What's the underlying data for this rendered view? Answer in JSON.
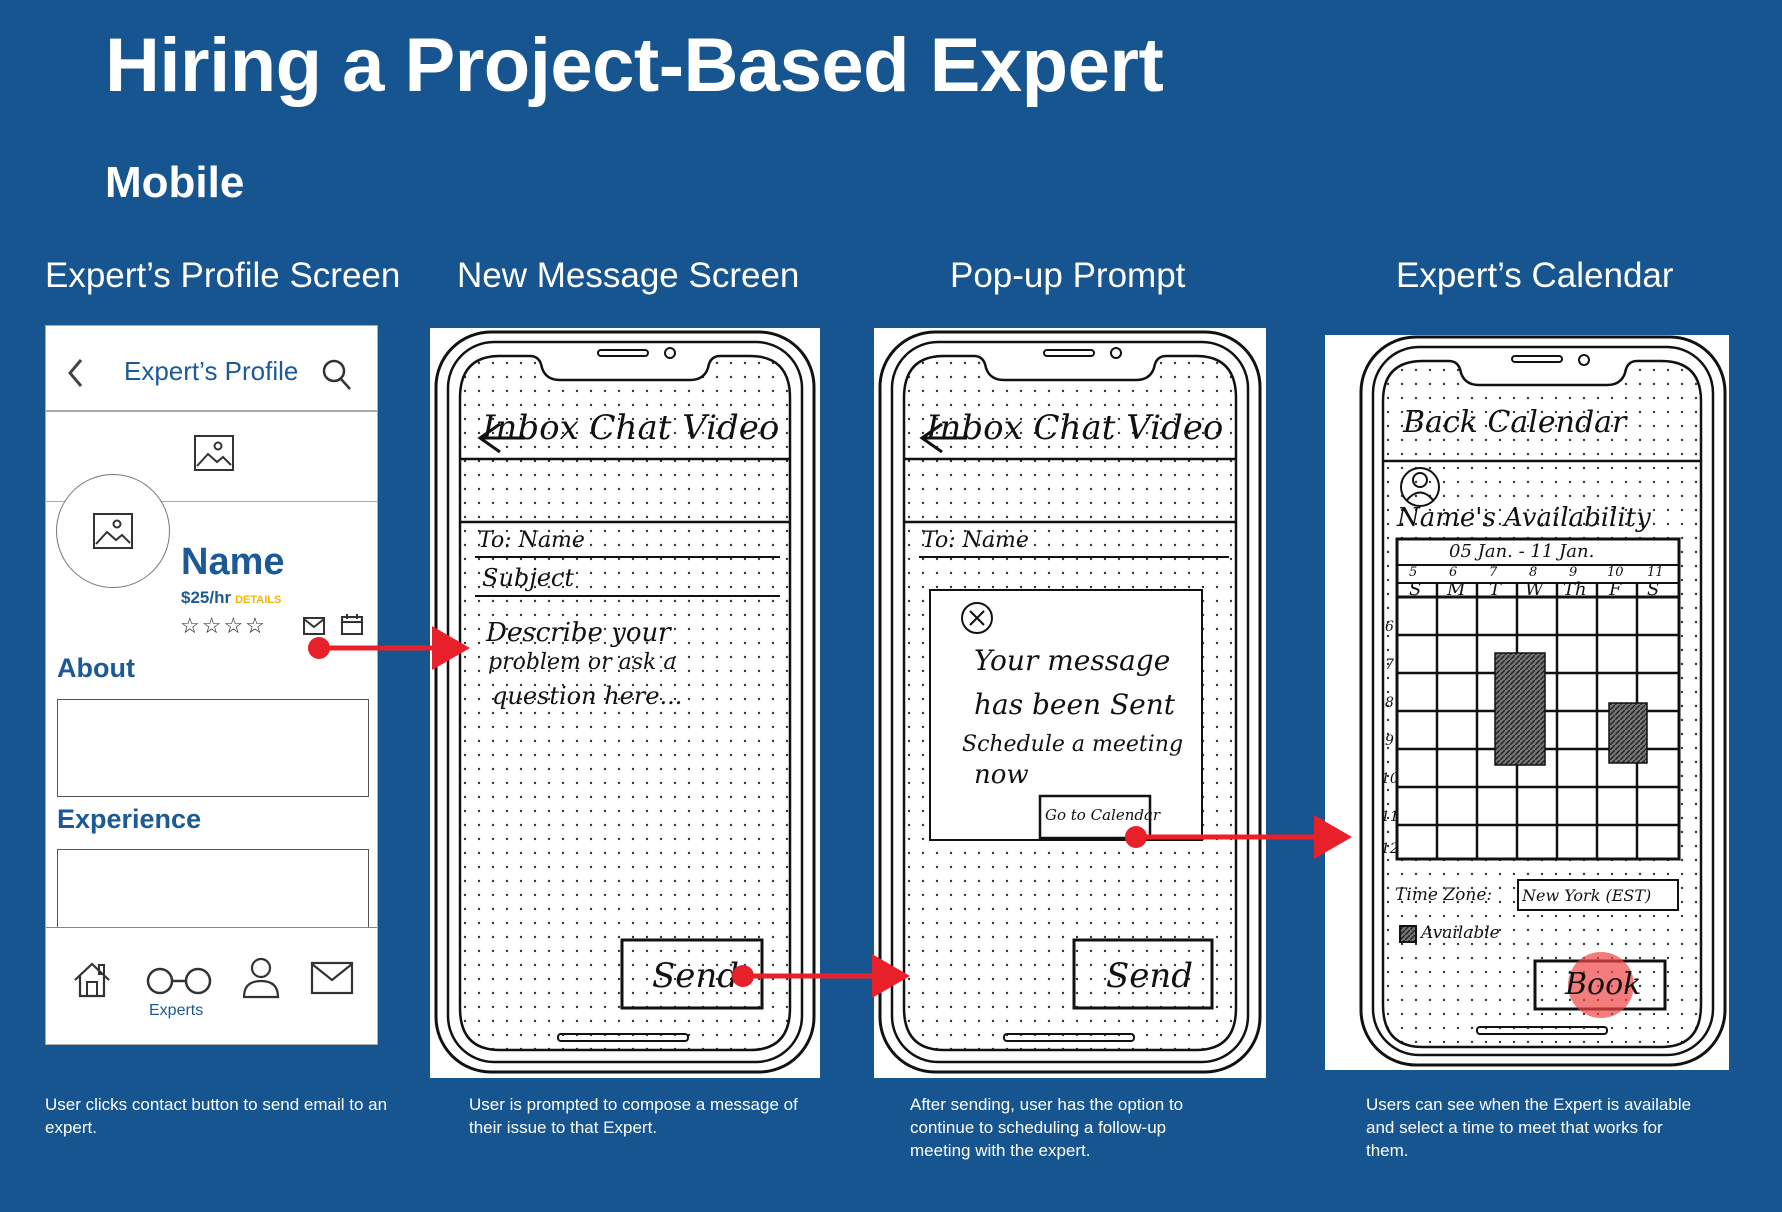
{
  "title": "Hiring a Project-Based Expert",
  "subtitle": "Mobile",
  "colors": {
    "background": "#16558f",
    "accent_blue": "#1c5a96",
    "arrow_red": "#e8202a",
    "details_yellow": "#f2b705"
  },
  "columns": [
    {
      "heading": "Expert’s Profile Screen",
      "caption": "User clicks contact button to send email to an expert."
    },
    {
      "heading": "New Message Screen",
      "caption": "User is prompted to compose a message of their issue to that Expert."
    },
    {
      "heading": "Pop-up Prompt",
      "caption": "After sending, user has the option to continue to scheduling a follow-up meeting with the expert."
    },
    {
      "heading": "Expert’s Calendar",
      "caption": "Users can see when the Expert is available and select a time to meet that works for them."
    }
  ],
  "profile": {
    "header_title": "Expert’s Profile",
    "name": "Name",
    "rate": "$25/hr",
    "details": "DETAILS",
    "stars": "☆☆☆☆",
    "about": "About",
    "experience": "Experience",
    "nav_experts_label": "Experts",
    "icons": [
      "back-chevron-icon",
      "search-icon",
      "image-icon",
      "avatar-image-icon",
      "mail-icon",
      "calendar-icon",
      "home-icon",
      "glasses-icon",
      "person-icon",
      "envelope-icon"
    ]
  },
  "message_sketch": {
    "tabs": "Inbox Chat Video",
    "to": "To: Name",
    "subject": "Subject",
    "body_lines": [
      "Describe your",
      "problem or ask a",
      "question here..."
    ],
    "send": "Send"
  },
  "popup_sketch": {
    "tabs": "Inbox Chat Video",
    "to": "To: Name",
    "message_lines": [
      "Your message",
      "has been Sent",
      "Schedule a meeting",
      "now"
    ],
    "button": "Go to Calendar",
    "send": "Send"
  },
  "calendar_sketch": {
    "header": "Back Calendar",
    "availability": "Name's Availability",
    "range": "05 Jan. - 11 Jan.",
    "dates": [
      "5",
      "6",
      "7",
      "8",
      "9",
      "10",
      "11"
    ],
    "days": [
      "S",
      "M",
      "T",
      "W",
      "Th",
      "F",
      "S"
    ],
    "hours": [
      "6",
      "7",
      "8",
      "9",
      "10",
      "11",
      "12"
    ],
    "timezone_label": "Time Zone:",
    "timezone_value": "New York (EST)",
    "legend": "Available",
    "book": "Book"
  }
}
